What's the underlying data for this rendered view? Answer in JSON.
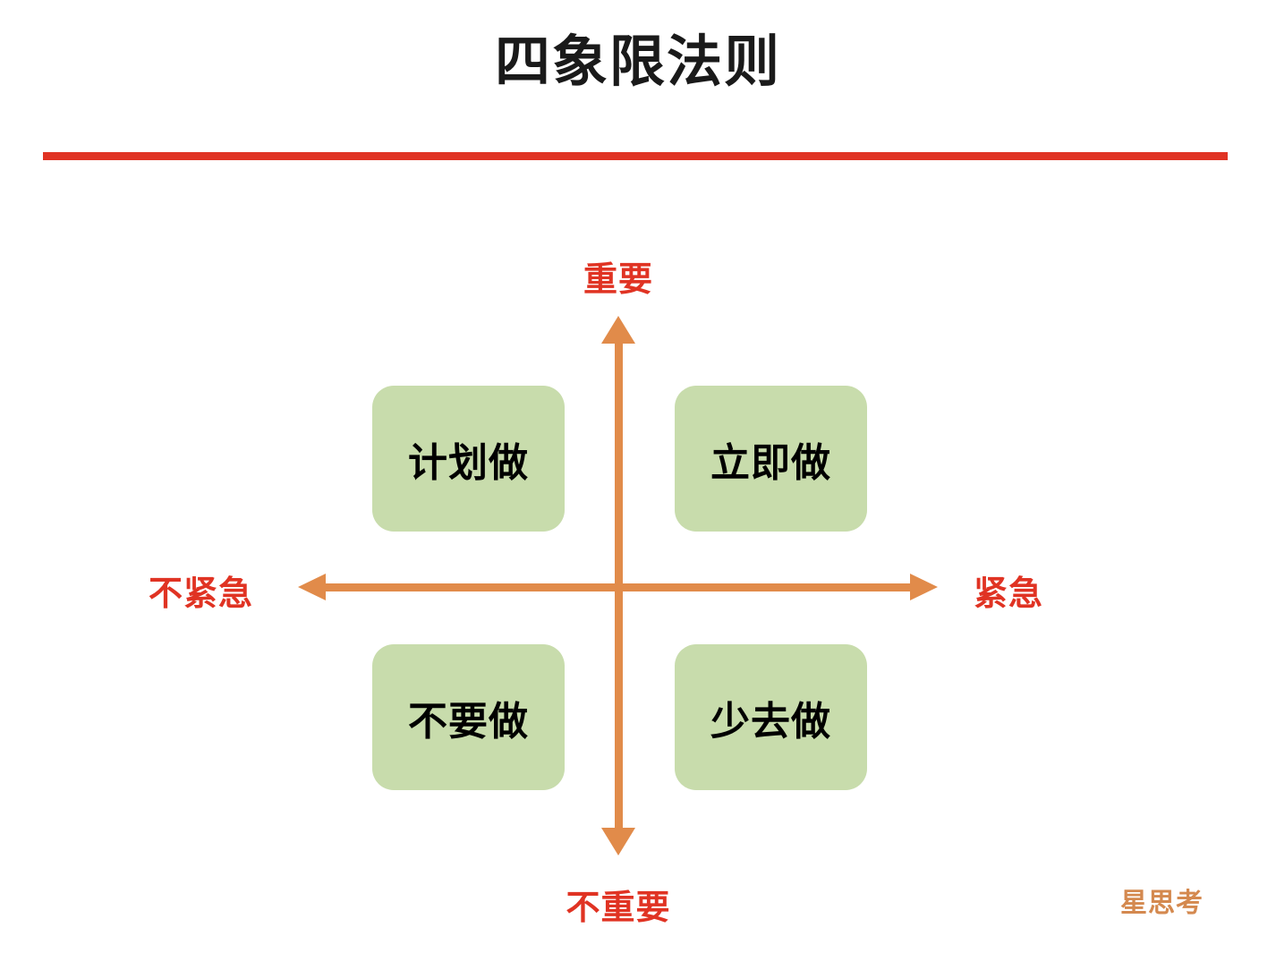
{
  "slide": {
    "title": "四象限法则",
    "background_color": "#ffffff",
    "rule_color": "#e03323",
    "watermark": "星思考",
    "watermark_color": "#d4894f"
  },
  "diagram": {
    "type": "quadrant-matrix",
    "axis_color": "#e18b4a",
    "label_color": "#e03323",
    "box_fill": "#c8dcac",
    "box_text_color": "#000000",
    "axes": {
      "vertical": {
        "positive_label": "重要",
        "negative_label": "不重要"
      },
      "horizontal": {
        "positive_label": "紧急",
        "negative_label": "不紧急"
      }
    },
    "quadrants": [
      {
        "id": "important-not-urgent",
        "label": "计划做",
        "position": "top-left"
      },
      {
        "id": "important-urgent",
        "label": "立即做",
        "position": "top-right"
      },
      {
        "id": "not-important-not-urgent",
        "label": "不要做",
        "position": "bottom-left"
      },
      {
        "id": "not-important-urgent",
        "label": "少去做",
        "position": "bottom-right"
      }
    ]
  }
}
